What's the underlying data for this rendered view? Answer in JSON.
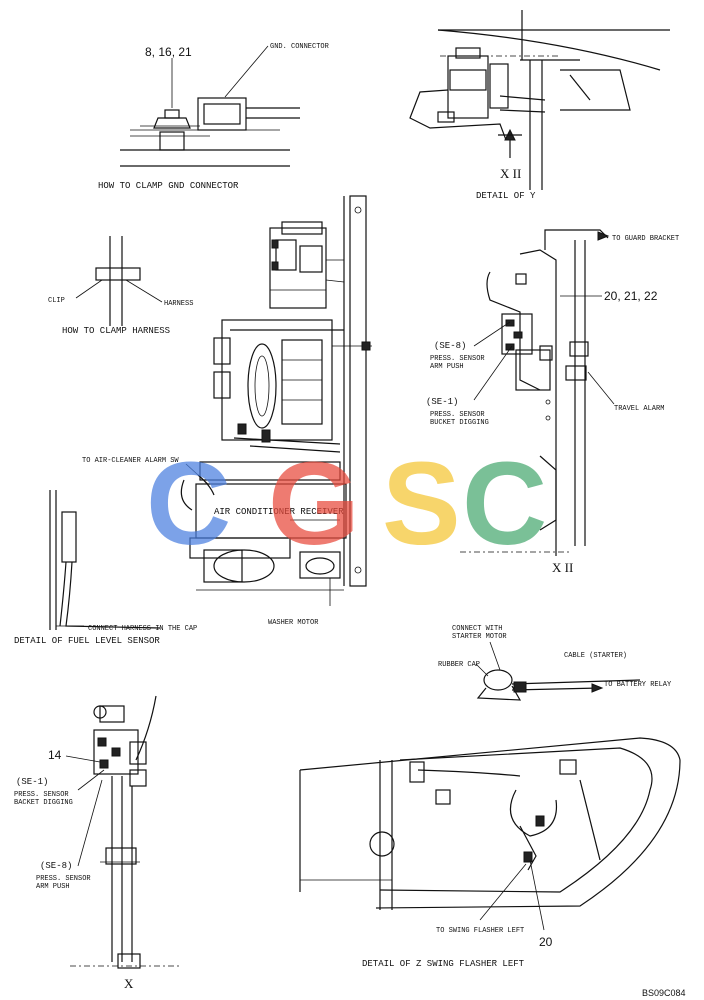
{
  "labels": {
    "gnd_bolt_refs": "8, 16, 21",
    "gnd_connector": "GND. CONNECTOR",
    "how_clamp_gnd": "HOW TO CLAMP GND CONNECTOR",
    "detail_y_arrow": "X II",
    "detail_y_caption": "DETAIL OF Y",
    "clip": "CLIP",
    "harness": "HARNESS",
    "how_clamp_harness": "HOW TO CLAMP HARNESS",
    "to_guard_bracket": "TO GUARD BRACKET",
    "refs_20_21_22": "20, 21, 22",
    "se8": "(SE-8)",
    "press_sensor_arm_push_a": "PRESS. SENSOR",
    "press_sensor_arm_push_b": "ARM PUSH",
    "se1": "(SE-1)",
    "press_sensor_bucket_a": "PRESS. SENSOR",
    "press_sensor_bucket_b": "BUCKET DIGGING",
    "travel_alarm": "TRAVEL ALARM",
    "xii_caption": "X II",
    "to_air_cleaner": "TO AIR-CLEANER ALARM SW",
    "air_conditioner_receiver": "AIR CONDITIONER RECEIVER",
    "connect_harness_cap": "CONNECT HARNESS IN THE CAP",
    "detail_fuel_sensor": "DETAIL OF FUEL LEVEL SENSOR",
    "washer_motor": "WASHER MOTOR",
    "connect_with_a": "CONNECT WITH",
    "connect_with_b": "STARTER MOTOR",
    "rubber_cap": "RUBBER CAP",
    "cable_starter": "CABLE (STARTER)",
    "to_battery_relay": "TO BATTERY RELAY",
    "ref_14": "14",
    "se1_b": "(SE-1)",
    "press_sensor_bucket_c": "PRESS. SENSOR",
    "press_sensor_bucket_d": "BACKET DIGGING",
    "se8_b": "(SE-8)",
    "press_sensor_arm_c": "PRESS. SENSOR",
    "press_sensor_arm_d": "ARM PUSH",
    "x_caption": "X",
    "to_swing_flasher": "TO SWING FLASHER LEFT",
    "ref_20": "20",
    "detail_swing_flasher": "DETAIL OF Z  SWING FLASHER LEFT",
    "code": "BS09C084"
  },
  "watermark": {
    "letters": [
      "C",
      "G",
      "S",
      "C"
    ],
    "colors": [
      "#4a7fe0",
      "#e8493b",
      "#f5c533",
      "#48a870"
    ]
  }
}
